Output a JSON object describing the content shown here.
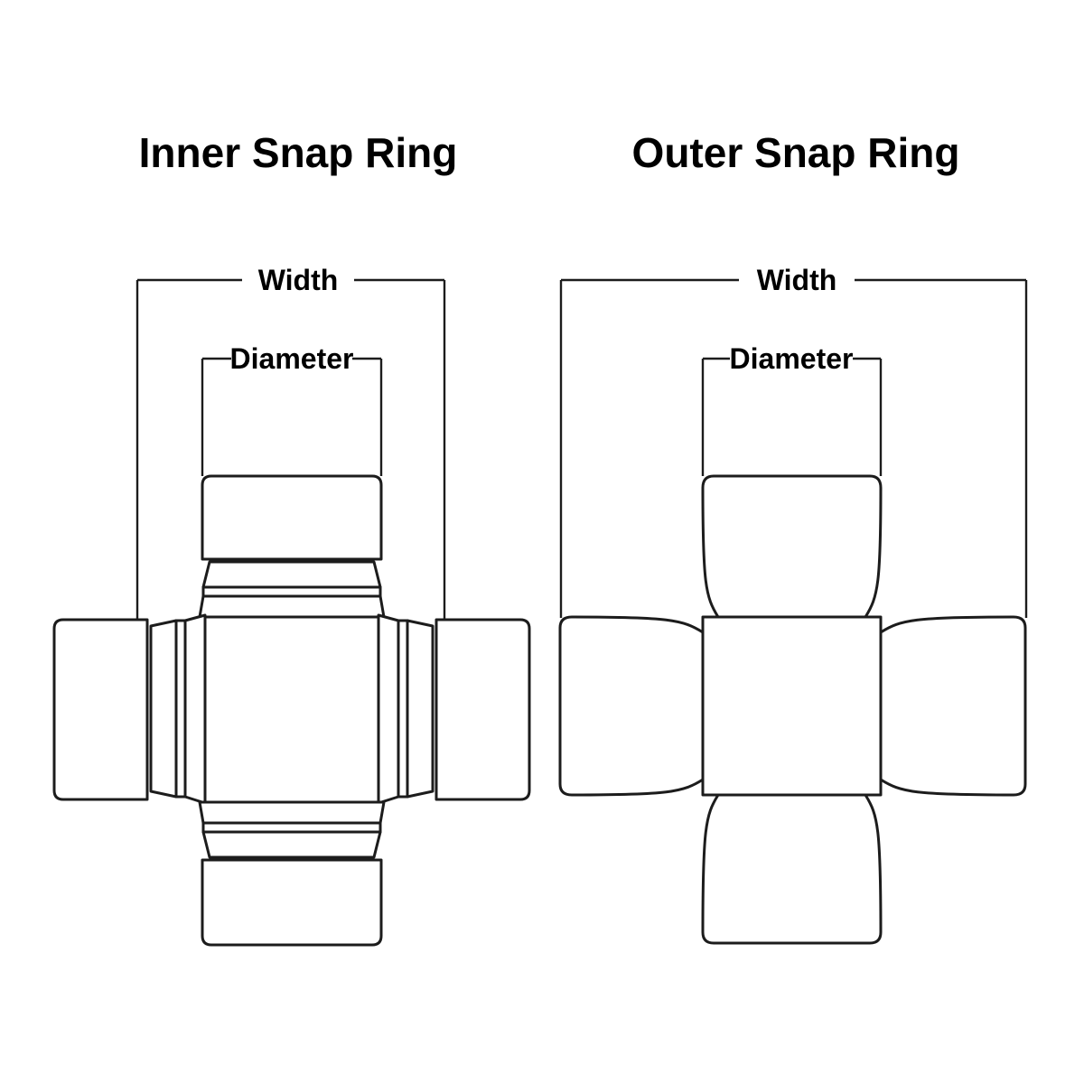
{
  "figures": {
    "inner": {
      "title": "Inner Snap Ring",
      "width_label": "Width",
      "diameter_label": "Diameter"
    },
    "outer": {
      "title": "Outer Snap Ring",
      "width_label": "Width",
      "diameter_label": "Diameter"
    }
  },
  "colors": {
    "line": "#1c1c1c",
    "background": "#ffffff",
    "text": "#000000"
  }
}
